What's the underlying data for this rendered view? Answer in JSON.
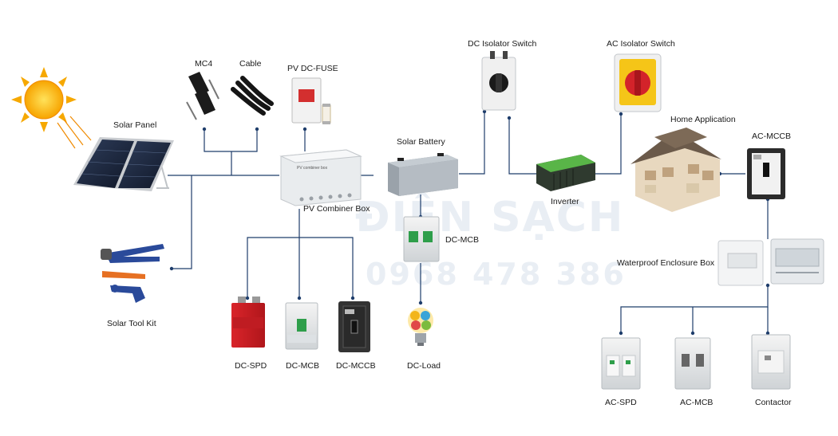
{
  "labels": {
    "mc4": "MC4",
    "cable": "Cable",
    "pv_dc_fuse": "PV DC-FUSE",
    "dc_isolator": "DC Isolator Switch",
    "ac_isolator": "AC Isolator Switch",
    "home_application": "Home Application",
    "solar_panel": "Solar Panel",
    "solar_battery": "Solar Battery",
    "ac_mccb": "AC-MCCB",
    "pv_combiner_box": "PV Combiner Box",
    "inverter": "Inverter",
    "dc_mcb_mid": "DC-MCB",
    "waterproof_box": "Waterproof Enclosure Box",
    "solar_tool_kit": "Solar Tool Kit",
    "dc_spd": "DC-SPD",
    "dc_mcb": "DC-MCB",
    "dc_mccb": "DC-MCCB",
    "dc_load": "DC-Load",
    "ac_spd": "AC-SPD",
    "ac_mcb": "AC-MCB",
    "contactor": "Contactor"
  },
  "device_text": {
    "combiner_box": "PV combiner box"
  },
  "watermark": {
    "brand": "ĐIỆN SẠCH",
    "phone": "0968 478 386"
  }
}
